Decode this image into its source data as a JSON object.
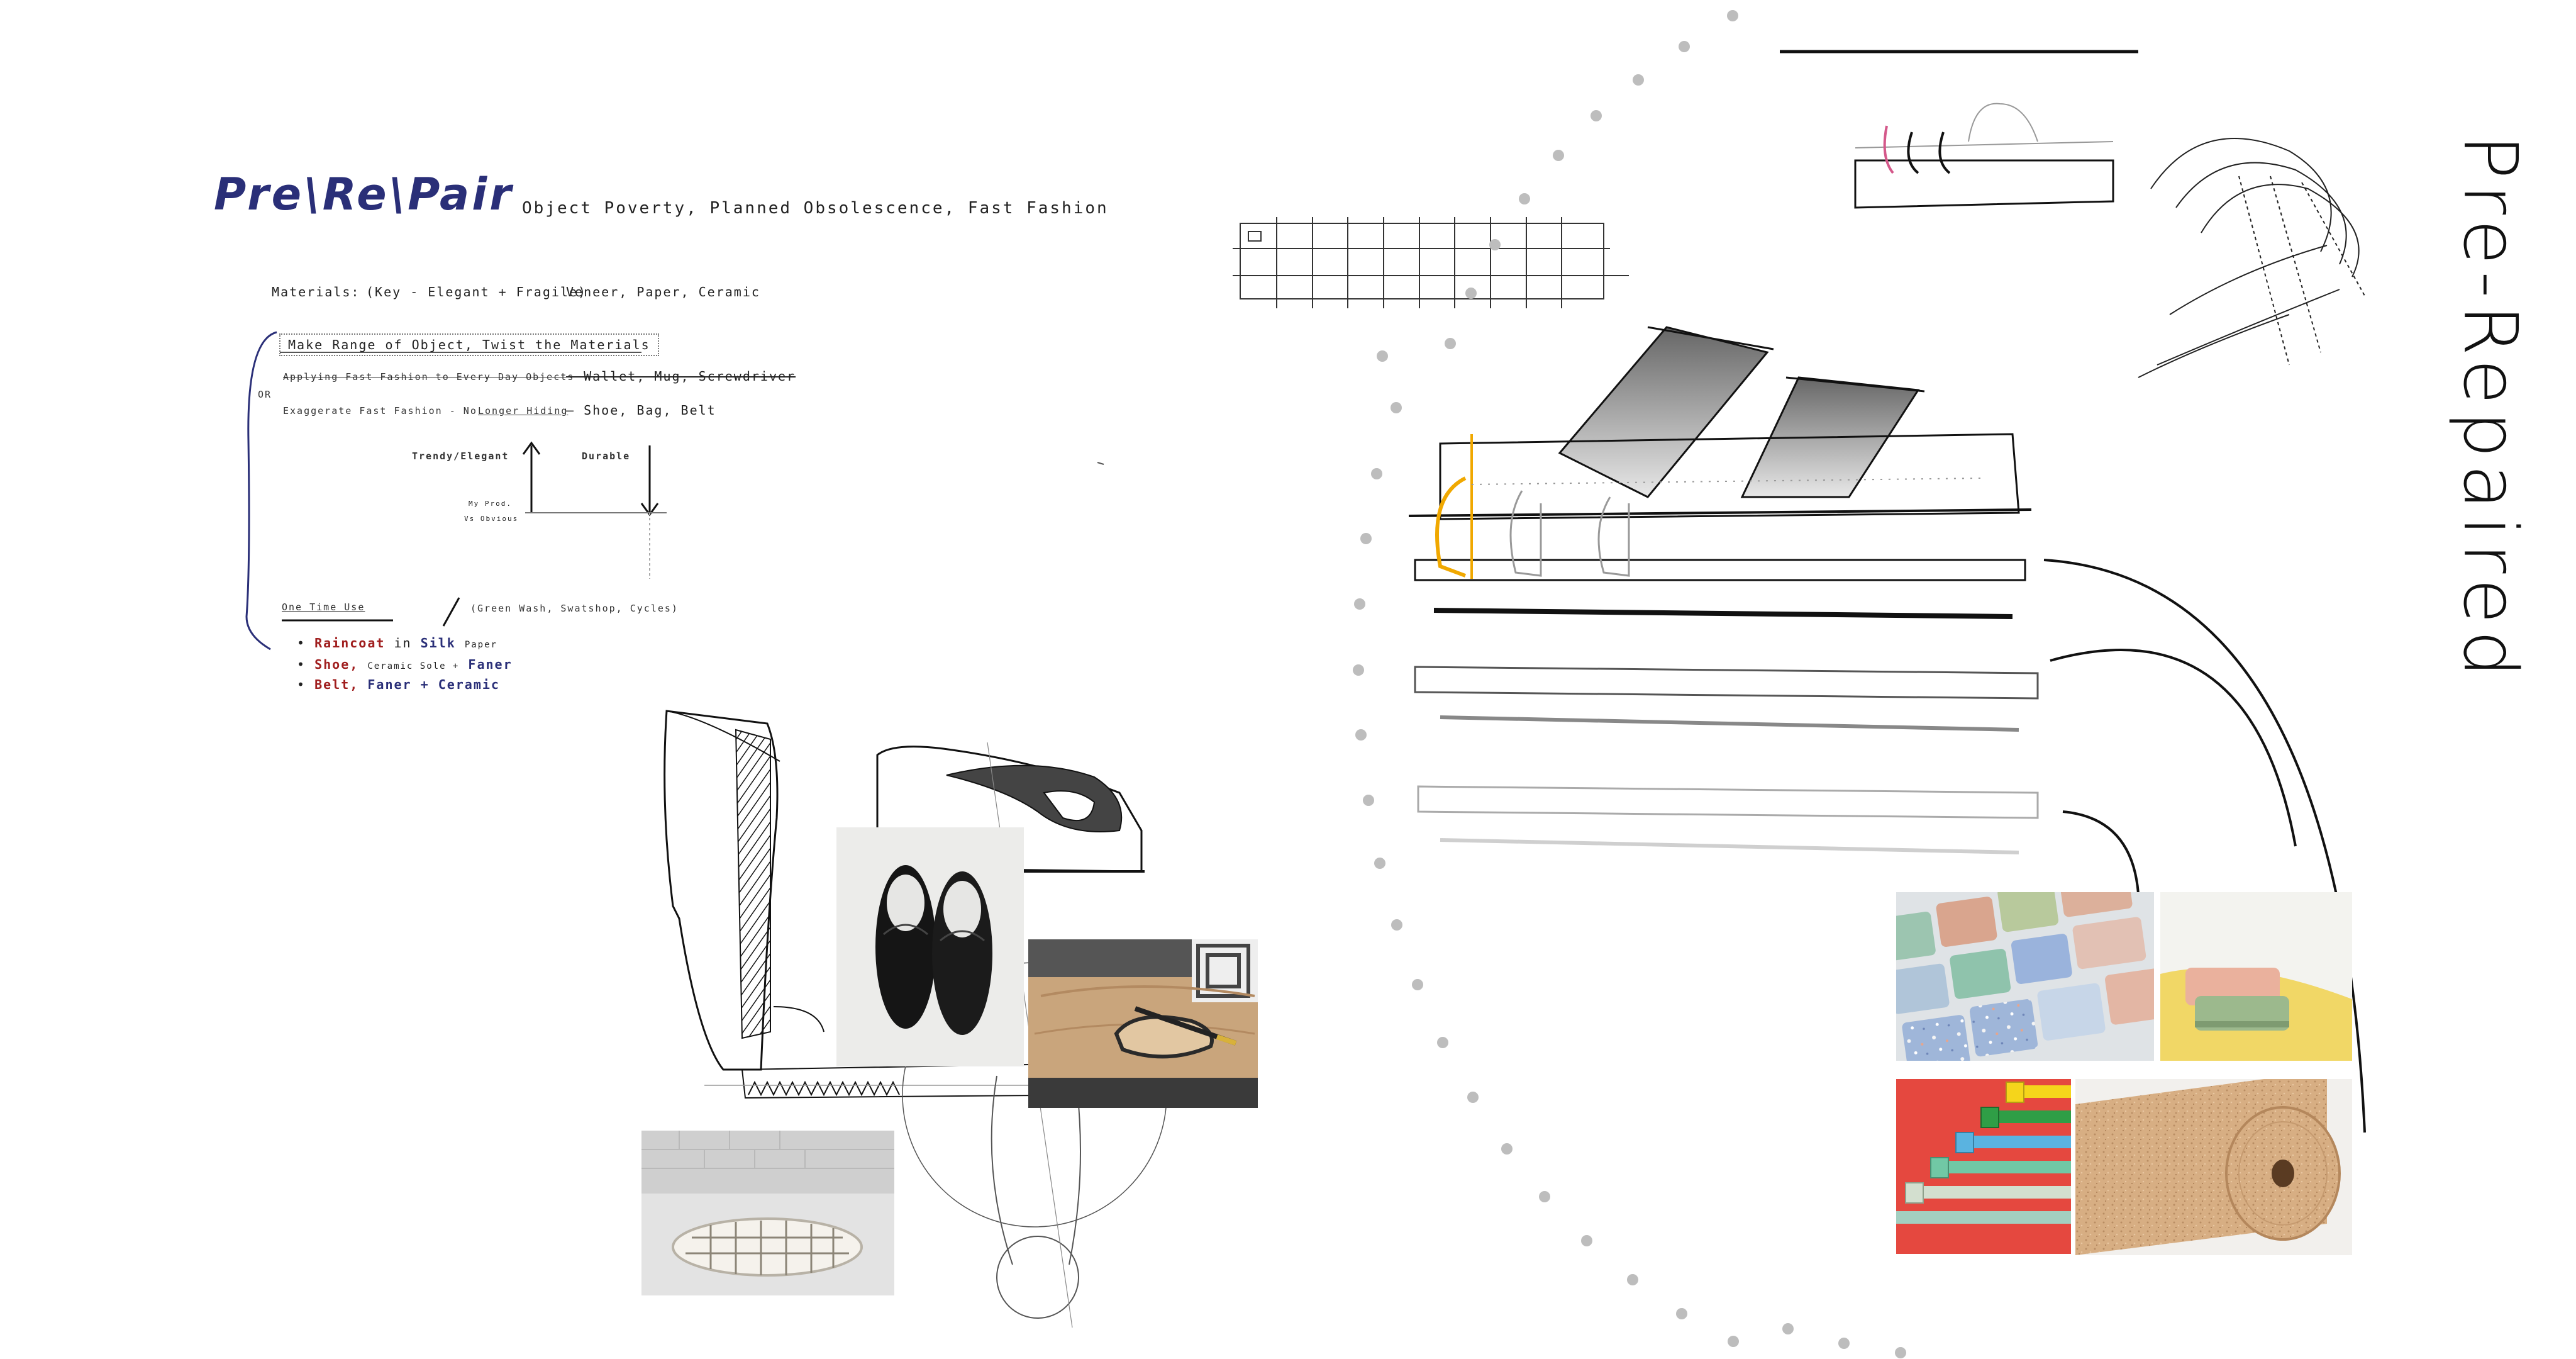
{
  "title": "Pre\\Re\\Pair",
  "subtitle": "Object Poverty, Planned Obsolescence, Fast Fashion",
  "vertical_title": "Pre-Repaired",
  "notes": {
    "materials": "Materials:",
    "key_paren": "(Key - Elegant + Fragile)",
    "materials_list": "Veneer, Paper, Ceramic",
    "make_range": "Make Range of Object, Twist the Materials",
    "applying": "Applying Fast Fashion to Every Day Objects",
    "applying_result": "— Wallet, Mug, Screwdriver",
    "or": "OR",
    "exaggerate": "Exaggerate Fast Fashion - No",
    "longer_hiding": "Longer Hiding",
    "exaggerate_result": "— Shoe, Bag, Belt",
    "trendy": "Trendy/Elegant",
    "durable": "Durable",
    "my_prod": "My Prod.",
    "vs_obvious": "Vs Obvious",
    "one_time_use": "One Time Use",
    "green_wash": "(Green Wash, Swatshop, Cycles)",
    "bullet1_a": "Raincoat",
    "bullet1_b": "in",
    "bullet1_c": "Silk",
    "bullet1_d": "Paper",
    "bullet2_a": "Shoe,",
    "bullet2_b": "Ceramic Sole +",
    "bullet2_c": "Faner",
    "bullet3_a": "Belt,",
    "bullet3_b": "Faner + Ceramic"
  },
  "colors": {
    "title": "#2a2f78",
    "accent_red": "#a01e1e",
    "clip_yellow": "#f0a800",
    "dots": "#bdbdbd"
  }
}
